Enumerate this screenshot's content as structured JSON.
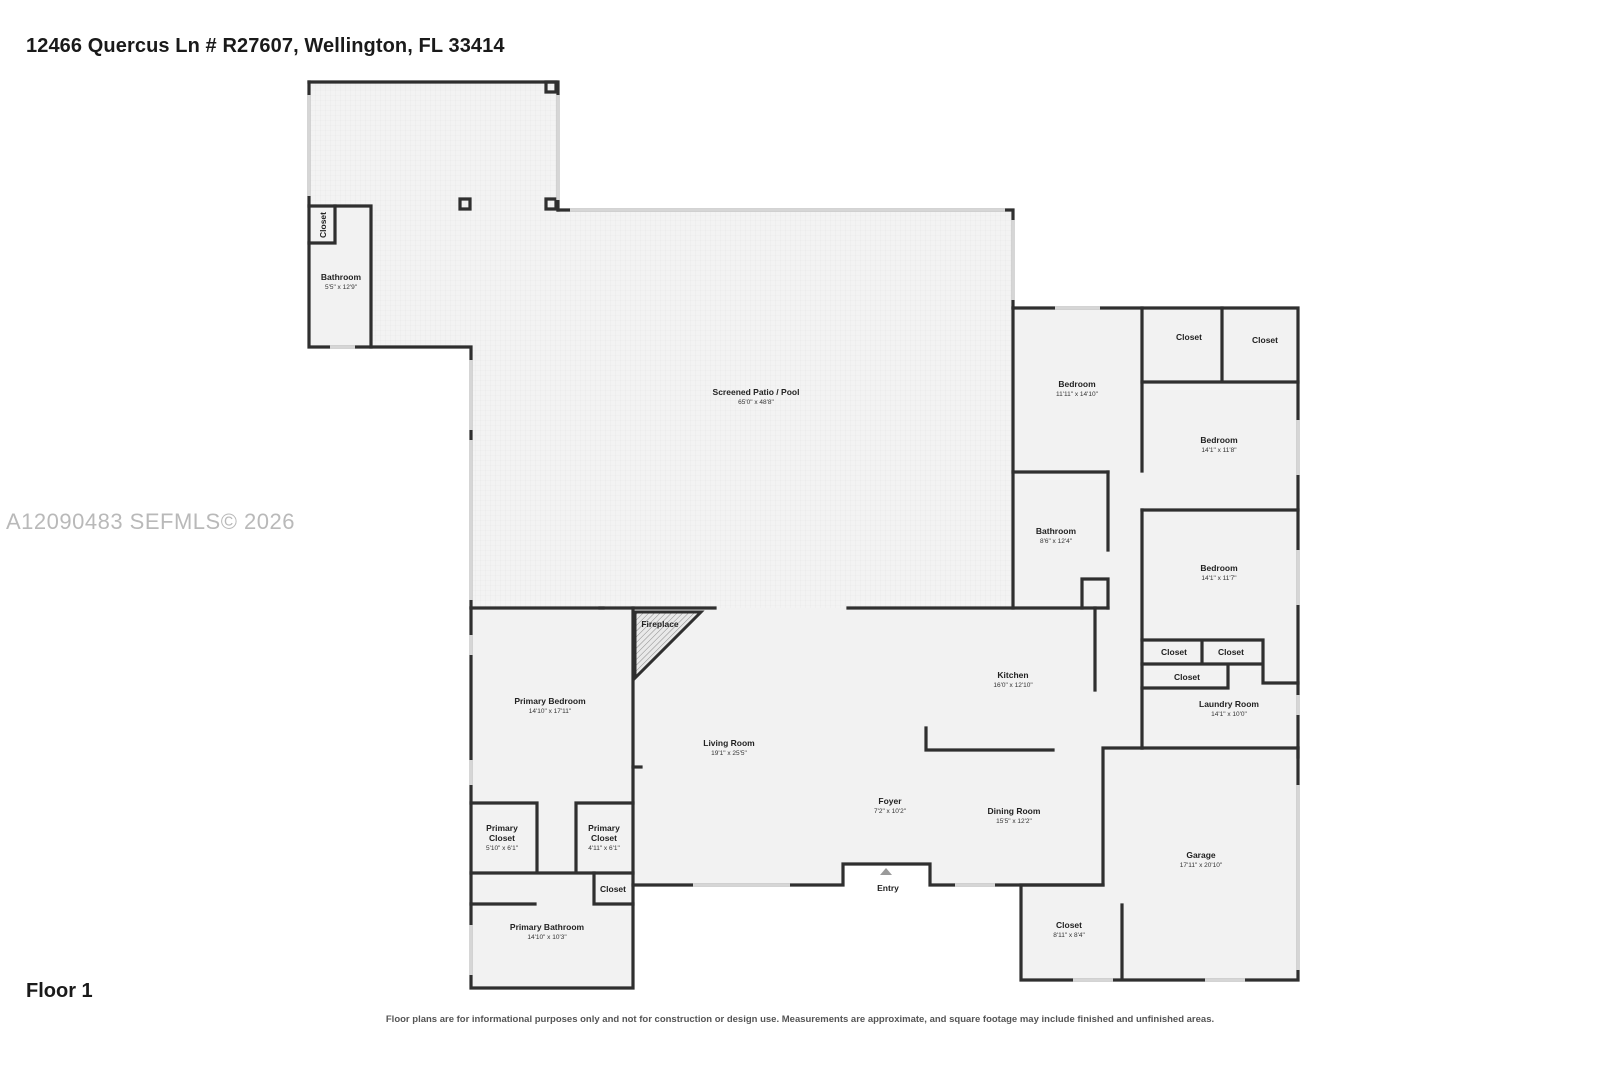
{
  "header": {
    "address": "12466 Quercus Ln # R27607, Wellington, FL 33414"
  },
  "floor": {
    "label": "Floor 1"
  },
  "watermark": {
    "text": "A12090483  SEFMLS© 2026"
  },
  "footer": {
    "disclaimer": "Floor plans are for informational purposes only and not for construction or design use. Measurements are approximate, and square footage may include finished and unfinished areas."
  },
  "rooms": {
    "closet_upper_left": {
      "name": "Closet"
    },
    "bathroom_upper_left": {
      "name": "Bathroom",
      "dim": "5'5\" x 12'9\""
    },
    "patio": {
      "name": "Screened Patio / Pool",
      "dim": "65'0\" x 48'8\""
    },
    "bedroom_1": {
      "name": "Bedroom",
      "dim": "11'11\" x 14'10\""
    },
    "closet_b1": {
      "name": "Closet"
    },
    "closet_b2": {
      "name": "Closet"
    },
    "bedroom_2": {
      "name": "Bedroom",
      "dim": "14'1\" x 11'8\""
    },
    "bathroom_mid": {
      "name": "Bathroom",
      "dim": "8'6\" x 12'4\""
    },
    "bedroom_3": {
      "name": "Bedroom",
      "dim": "14'1\" x 11'7\""
    },
    "fireplace": {
      "name": "Fireplace"
    },
    "kitchen": {
      "name": "Kitchen",
      "dim": "16'0\" x 12'10\""
    },
    "closet_l1": {
      "name": "Closet"
    },
    "closet_l2": {
      "name": "Closet"
    },
    "closet_l3": {
      "name": "Closet"
    },
    "laundry": {
      "name": "Laundry Room",
      "dim": "14'1\" x 10'0\""
    },
    "primary_bedroom": {
      "name": "Primary Bedroom",
      "dim": "14'10\" x 17'11\""
    },
    "living_room": {
      "name": "Living Room",
      "dim": "19'1\" x 25'5\""
    },
    "foyer": {
      "name": "Foyer",
      "dim": "7'2\" x 10'2\""
    },
    "dining_room": {
      "name": "Dining Room",
      "dim": "15'5\" x 12'2\""
    },
    "primary_closet_1": {
      "name1": "Primary",
      "name2": "Closet",
      "dim": "5'10\" x 6'1\""
    },
    "primary_closet_2": {
      "name1": "Primary",
      "name2": "Closet",
      "dim": "4'11\" x 6'1\""
    },
    "closet_pb": {
      "name": "Closet"
    },
    "primary_bathroom": {
      "name": "Primary Bathroom",
      "dim": "14'10\" x 10'3\""
    },
    "entry": {
      "name": "Entry"
    },
    "garage": {
      "name": "Garage",
      "dim": "17'11\" x 20'10\""
    },
    "closet_garage": {
      "name": "Closet",
      "dim": "8'11\" x 8'4\""
    }
  }
}
